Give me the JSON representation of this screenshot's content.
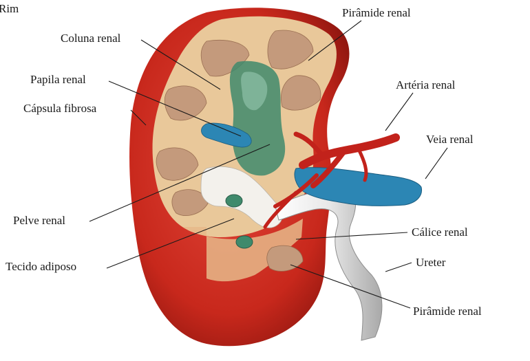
{
  "title": "Rim",
  "labels": {
    "coluna_renal": "Coluna renal",
    "papila_renal": "Papila renal",
    "capsula_fibrosa": "Cápsula fibrosa",
    "pelve_renal": "Pelve renal",
    "tecido_adiposo": "Tecido adiposo",
    "piramide_renal_top": "Pirâmide renal",
    "arteria_renal": "Artéria renal",
    "veia_renal": "Veia renal",
    "calice_renal": "Cálice renal",
    "ureter": "Ureter",
    "piramide_renal_bottom": "Pirâmide renal"
  },
  "colors": {
    "capsule": "#c8281c",
    "cortex": "#e9c89a",
    "pyramid": "#c49a7c",
    "pelvis": "#3f8a6c",
    "artery": "#c2221b",
    "vein": "#2c86b4",
    "ureter": "#e6e6e6"
  }
}
